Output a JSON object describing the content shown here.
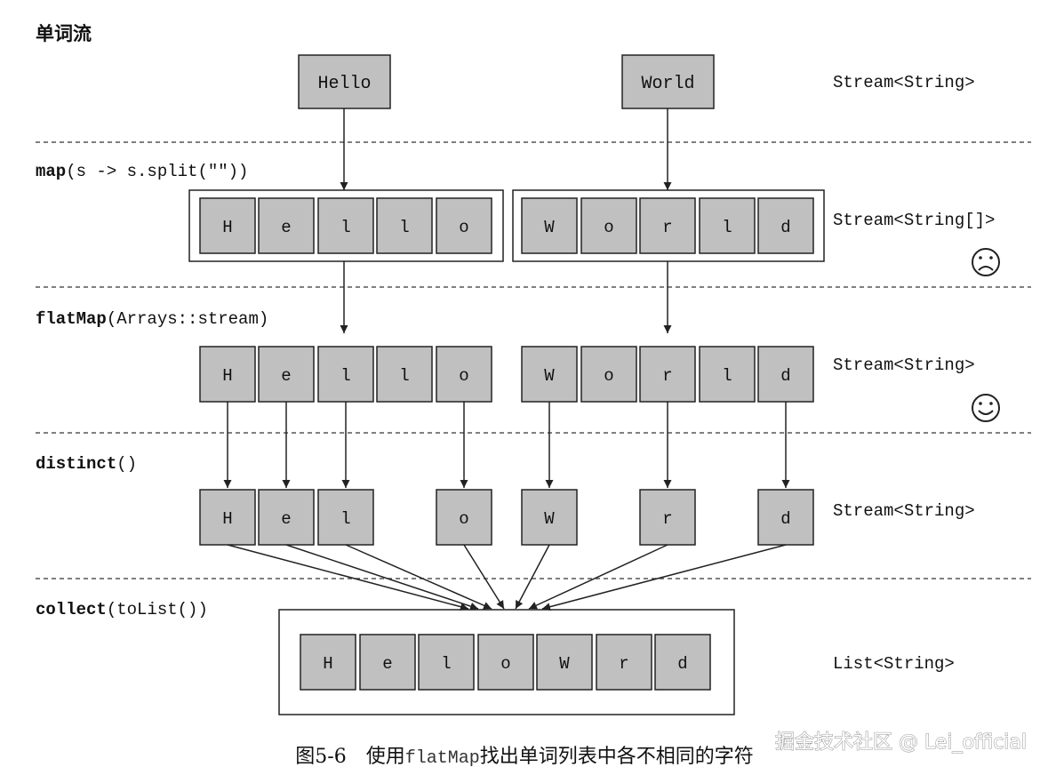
{
  "title": "单词流",
  "words": [
    "Hello",
    "World"
  ],
  "stages": [
    {
      "op_name": "map",
      "op_args": "(s -> s.split(\"\"))",
      "type_label": "Stream<String[]>",
      "emoji": "☹"
    },
    {
      "op_name": "flatMap",
      "op_args": "(Arrays::stream)",
      "type_label": "Stream<String>",
      "emoji": "☺"
    },
    {
      "op_name": "distinct",
      "op_args": "()",
      "type_label": "Stream<String>"
    },
    {
      "op_name": "collect",
      "op_args": "(toList())",
      "type_label": "List<String>"
    }
  ],
  "top_type_label": "Stream<String>",
  "split_letters": [
    [
      "H",
      "e",
      "l",
      "l",
      "o"
    ],
    [
      "W",
      "o",
      "r",
      "l",
      "d"
    ]
  ],
  "flat_letters": [
    "H",
    "e",
    "l",
    "l",
    "o",
    "W",
    "o",
    "r",
    "l",
    "d"
  ],
  "distinct_letters": [
    "H",
    "e",
    "l",
    "o",
    "W",
    "r",
    "d"
  ],
  "result_letters": [
    "H",
    "e",
    "l",
    "o",
    "W",
    "r",
    "d"
  ],
  "caption": {
    "prefix": "图5-6　使用",
    "code": "flatMap",
    "suffix": "找出单词列表中各不相同的字符"
  },
  "watermark": "掘金技术社区 @ Lei_official",
  "colors": {
    "cell_fill": "#c0c0c0",
    "stroke": "#222222",
    "dash": "#555555"
  }
}
